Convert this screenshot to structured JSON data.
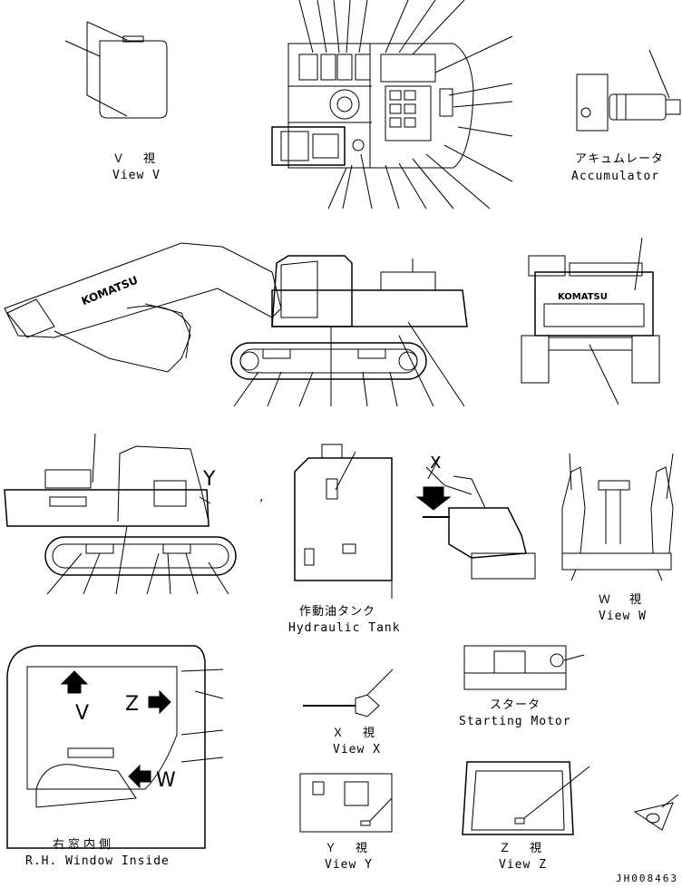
{
  "views": {
    "view_v": {
      "jp": "Ｖ　視",
      "en": "View V"
    },
    "accumulator": {
      "jp": "アキュムレータ",
      "en": "Accumulator"
    },
    "hydraulic_tank": {
      "jp": "作動油タンク",
      "en": "Hydraulic Tank"
    },
    "view_w": {
      "jp": "Ｗ　視",
      "en": "View W"
    },
    "view_x": {
      "jp": "Ｘ　視",
      "en": "View X"
    },
    "starting_motor": {
      "jp": "スタータ",
      "en": "Starting Motor"
    },
    "rh_window": {
      "jp": "右窓内側",
      "en": "R.H. Window Inside"
    },
    "view_y": {
      "jp": "Ｙ　視",
      "en": "View Y"
    },
    "view_z": {
      "jp": "Ｚ　視",
      "en": "View Z"
    }
  },
  "markers": {
    "y": "Y",
    "x": "X",
    "v": "V",
    "z": "Z",
    "w": "W",
    "comma": ","
  },
  "brand": "KOMATSU",
  "drawing_code": "JH008463"
}
